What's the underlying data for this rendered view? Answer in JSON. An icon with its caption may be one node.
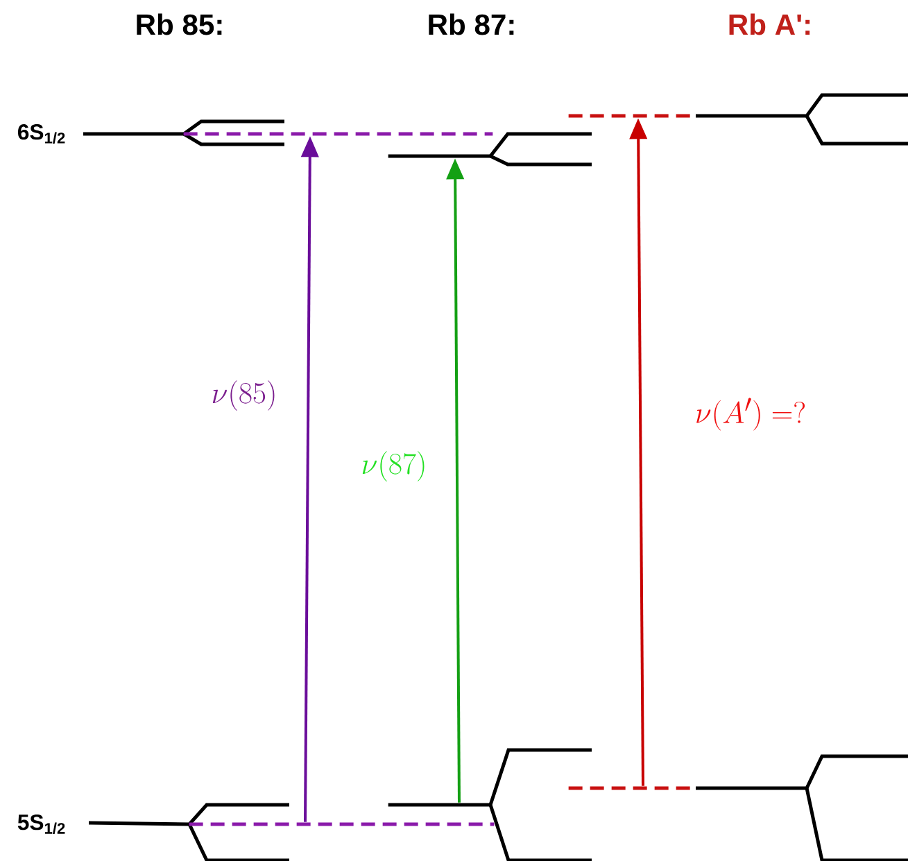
{
  "diagram": {
    "nodes": [
      {
        "text": [],
        "shape": "line"
      },
      {
        "text": [],
        "shape": "line"
      },
      {
        "text": [],
        "shape": "line"
      },
      {
        "text": [],
        "shape": "line"
      },
      {
        "text": [],
        "shape": "line"
      },
      {
        "text": [],
        "shape": "line"
      }
    ],
    "edges": [
      {
        "from": 1,
        "to": 0,
        "arrow": "to",
        "label": "\\nu(85)",
        "color": "#6a0d9a"
      },
      {
        "from": 3,
        "to": 2,
        "arrow": "to",
        "label": "\\nu(87)",
        "color": "#14a014"
      },
      {
        "from": 5,
        "to": 4,
        "arrow": "to",
        "label": "\\nu(A') =?",
        "color": "#c80000"
      }
    ],
    "labels": [
      "Rb 85:",
      "Rb 87:",
      "Rb A':",
      "6S$_{1/2}$",
      "5S$_{1/2}$"
    ]
  }
}
